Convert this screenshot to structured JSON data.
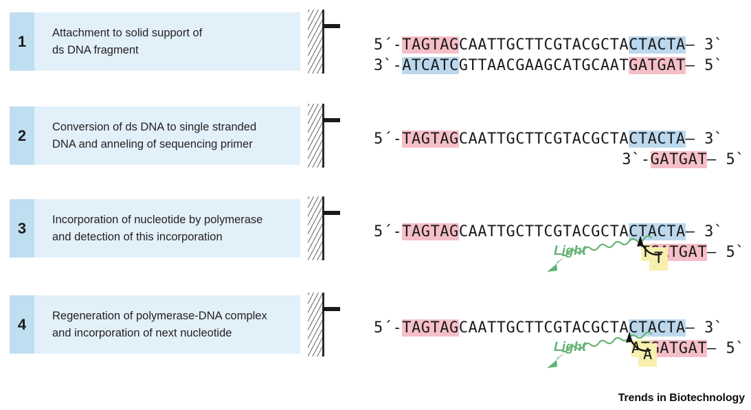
{
  "figure": {
    "footer": "Trends in Biotechnology",
    "colors": {
      "panel_bg": "#e2f0fa",
      "panel_num_bg": "#bfdff0",
      "highlight_pink": "#f6bfc8",
      "highlight_blue": "#bcd8ee",
      "highlight_yellow": "#f7f0ae",
      "light_green": "#63b375",
      "text": "#231f20"
    }
  },
  "steps": [
    {
      "number": "1",
      "caption_line1": "Attachment to solid support of",
      "caption_line2": "ds DNA fragment",
      "top_strand": {
        "five_prime": "5´-",
        "pink": "TAGTAG",
        "middle": "CAATTGCTTCGTACGCTA",
        "blue": "CTACTA",
        "three_prime": "– 3`"
      },
      "bottom_strand": {
        "three_prime": "3`-",
        "blue": "ATCATC",
        "middle": "GTTAACGAAGCATGCAAT",
        "pink": "GATGAT",
        "five_prime": "– 5`"
      }
    },
    {
      "number": "2",
      "caption_line1": "Conversion of ds DNA to single stranded",
      "caption_line2": "DNA and anneling of sequencing primer",
      "top_strand": {
        "five_prime": "5´-",
        "pink": "TAGTAG",
        "middle": "CAATTGCTTCGTACGCTA",
        "blue": "CTACTA",
        "three_prime": "– 3`"
      },
      "primer": {
        "three_prime": "3`-",
        "pink": "GATGAT",
        "five_prime": "– 5`"
      }
    },
    {
      "number": "3",
      "caption_line1": "Incorporation of nucleotide by polymerase",
      "caption_line2": "and detection of this incorporation",
      "top_strand": {
        "five_prime": "5´-",
        "pink": "TAGTAG",
        "middle": "CAATTGCTTCGTACGCTA",
        "blue": "CTACTA",
        "three_prime": "– 3`"
      },
      "primer": {
        "yellow": "T",
        "pink": "GATGAT",
        "five_prime": "– 5`"
      },
      "light_label": "Light",
      "free_nucleotide": "T"
    },
    {
      "number": "4",
      "caption_line1": "Regeneration of polymerase-DNA complex",
      "caption_line2": "and incorporation of next nucleotide",
      "top_strand": {
        "five_prime": "5´-",
        "pink": "TAGTAG",
        "middle": "CAATTGCTTCGTACGCTA",
        "blue": "CTACTA",
        "three_prime": "– 3`"
      },
      "primer": {
        "yellow": "AT",
        "pink": "GATGAT",
        "five_prime": "– 5`"
      },
      "light_label": "Light",
      "free_nucleotide": "A"
    }
  ]
}
